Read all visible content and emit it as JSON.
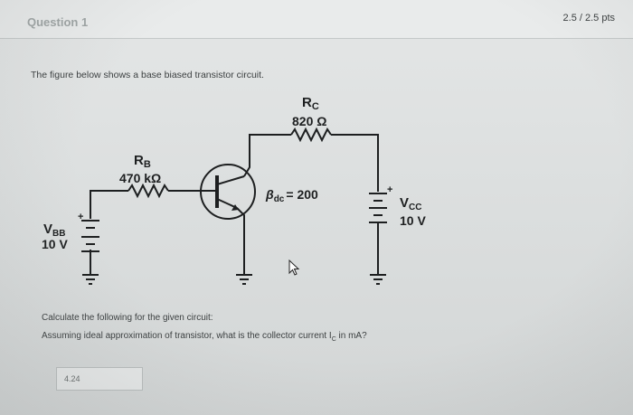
{
  "question": {
    "title": "Question 1",
    "points": "2.5 / 2.5 pts",
    "prompt": "The figure below shows a base biased transistor circuit."
  },
  "circuit": {
    "rc_label": "R",
    "rc_sub": "C",
    "rc_value": "820 Ω",
    "rb_label": "R",
    "rb_sub": "B",
    "rb_value": "470 kΩ",
    "beta_label": "β",
    "beta_sub": "dc",
    "beta_value": "= 200",
    "vbb_label": "V",
    "vbb_sub": "BB",
    "vbb_value": "10 V",
    "vcc_label": "V",
    "vcc_sub": "CC",
    "vcc_value": "10 V",
    "plus_sign": "+"
  },
  "instructions": {
    "line1": "Calculate the following for the given circuit:",
    "line2_pre": "Assuming ideal approximation of transistor, what is the collector current I",
    "line2_sub": "C",
    "line2_post": " in mA?"
  },
  "answer": {
    "value": "4.24"
  }
}
